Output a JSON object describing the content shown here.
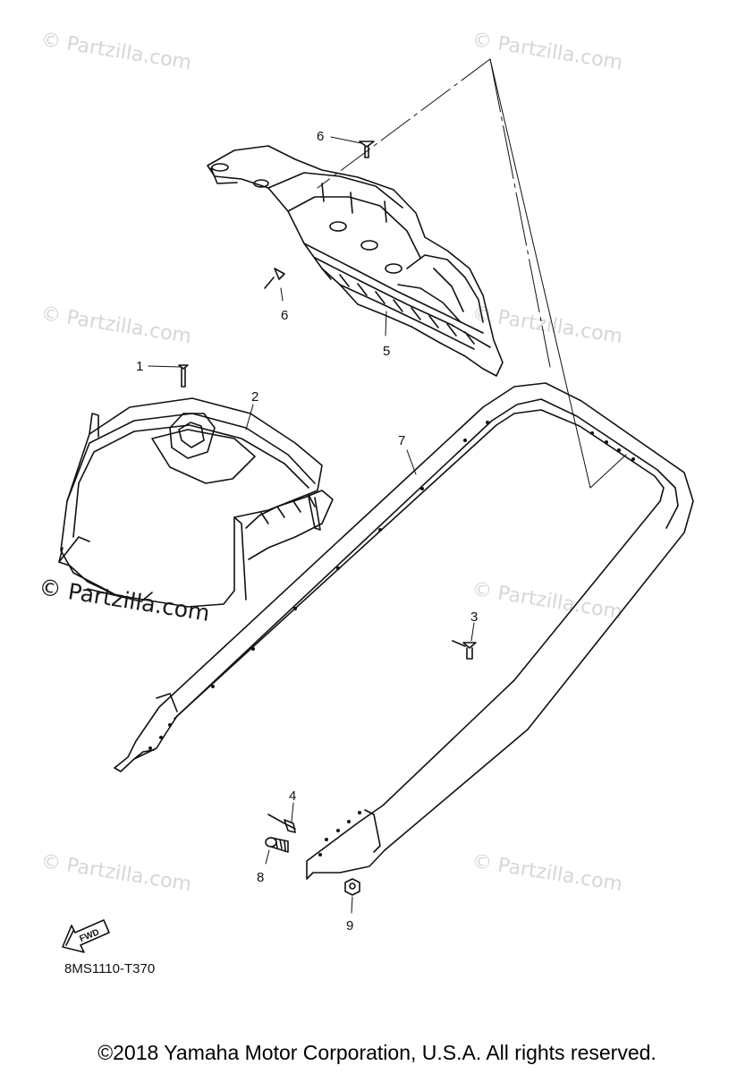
{
  "watermark": "© Partzilla.com",
  "watermark_main": "© Partzilla.com",
  "callouts": {
    "c1": "1",
    "c2": "2",
    "c3": "3",
    "c4": "4",
    "c5": "5",
    "c6a": "6",
    "c6b": "6",
    "c7": "7",
    "c8": "8",
    "c9": "9"
  },
  "fwd_label": "FWD",
  "diagram_code": "8MS1110-T370",
  "copyright": "©2018 Yamaha Motor Corporation, U.S.A. All rights reserved."
}
